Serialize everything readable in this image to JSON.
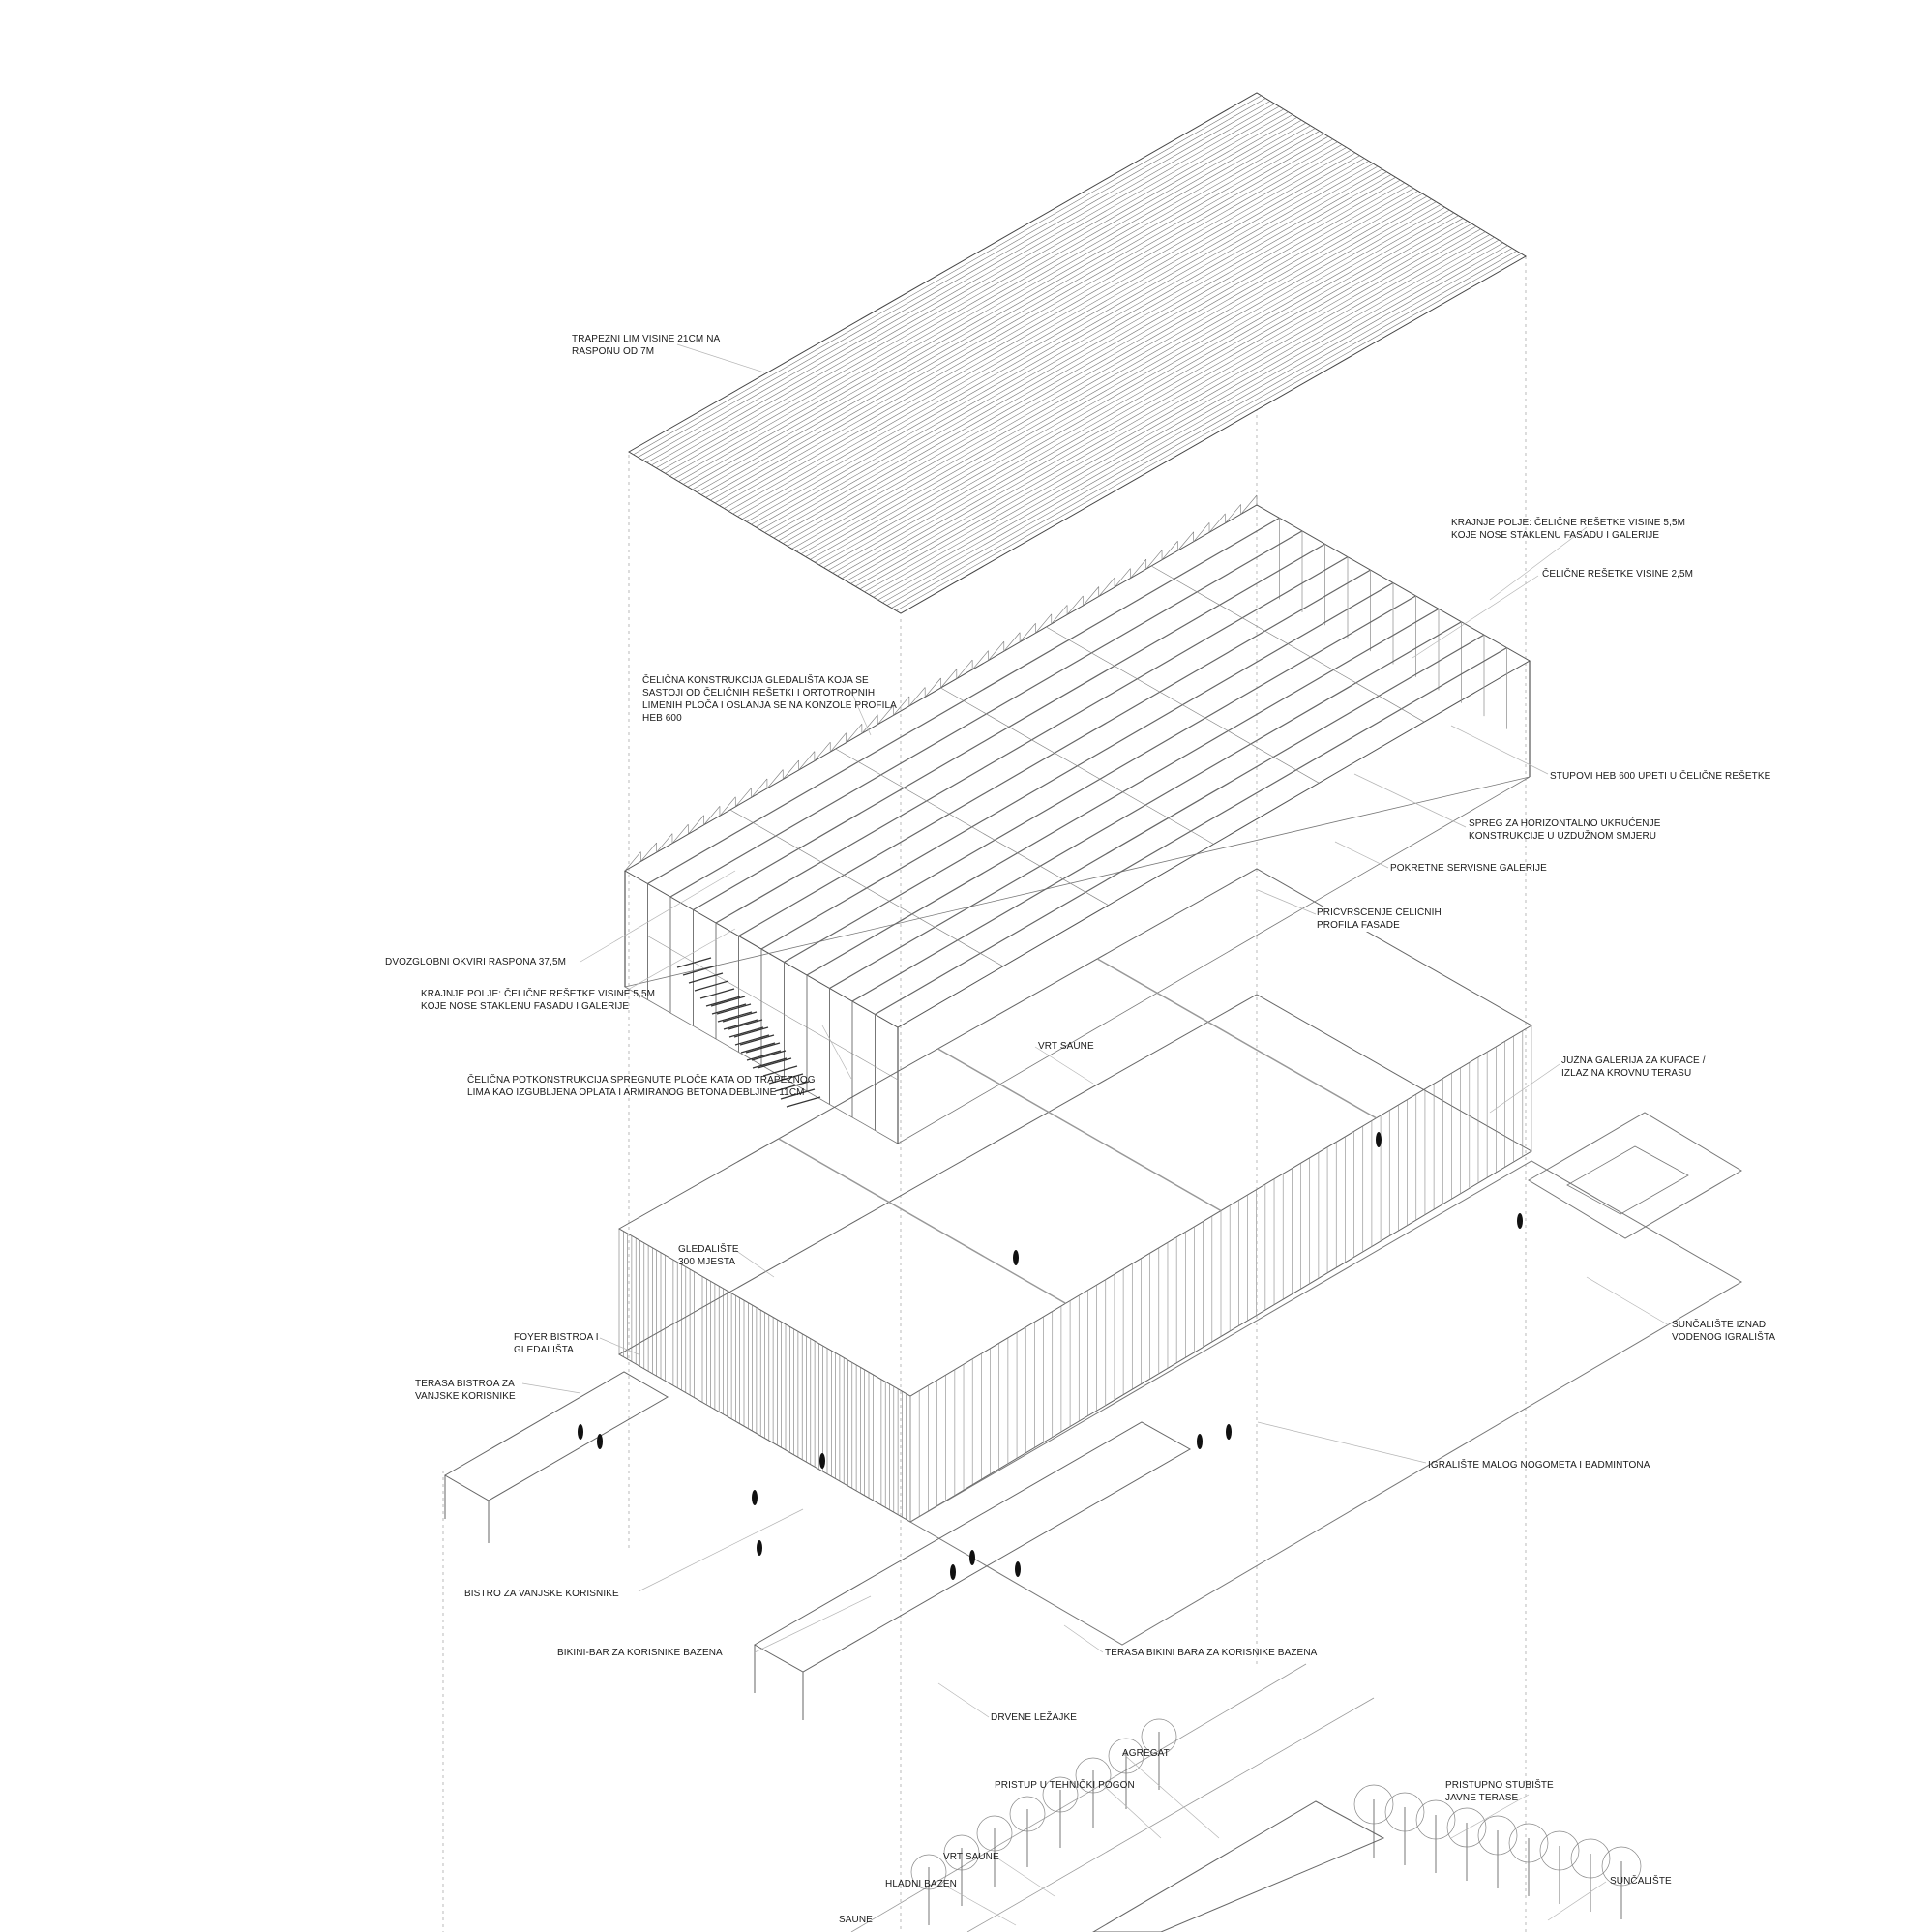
{
  "colors": {
    "ink": "#1a1a1a",
    "line": "#555555",
    "leader": "#b5b5b5",
    "paper": "#ffffff"
  },
  "labels": {
    "roof": [
      "TRAPEZNI LIM VISINE 21cm NA",
      "RASPONU OD 7m"
    ],
    "end_field_top": [
      "KRAJNJE POLJE: ČELIČNE REŠETKE VISINE 5,5m",
      "KOJE NOSE STAKLENU FASADU I GALERIJE"
    ],
    "trusses": [
      "ČELIČNE REŠETKE VISINE 2,5m"
    ],
    "grandstand_structure": [
      "ČELIČNA KONSTRUKCIJA GLEDALIŠTA KOJA SE",
      "SASTOJI OD ČELIČNIH REŠETKI I ORTOTROPNIH",
      "LIMENIH PLOČA I OSLANJA SE NA KONZOLE PROFILA",
      "HEB 600"
    ],
    "columns": [
      "STUPOVI HEB 600 UPETI U ČELIČNE REŠETKE"
    ],
    "bracing": [
      "SPREG ZA HORIZONTALNO UKRUĆENJE",
      "KONSTRUKCIJE U UZDUŽNOM SMJERU"
    ],
    "service_galleries": [
      "POKRETNE SERVISNE GALERIJE"
    ],
    "facade_fixing": [
      "PRIČVRŠĆENJE ČELIČNIH",
      "PROFILA FASADE"
    ],
    "frames": [
      "DVOZGLOBNI OKVIRI RASPONA 37,5m"
    ],
    "end_field_left": [
      "KRAJNJE POLJE: ČELIČNE REŠETKE VISINE 5,5m",
      "KOJE NOSE STAKLENU FASADU I GALERIJE"
    ],
    "substructure": [
      "ČELIČNA POTKONSTRUKCIJA SPREGNUTE PLOČE KATA OD TRAPEZNOG",
      "LIMA KAO IZGUBLJENA OPLATA I ARMIRANOG BETONA DEBLJINE 11cm"
    ],
    "sauna_garden_upper": [
      "VRT SAUNE"
    ],
    "south_gallery": [
      "JUŽNA GALERIJA ZA KUPAČE /",
      "IZLAZ NA KROVNU TERASU"
    ],
    "grandstand": [
      "GLEDALIŠTE",
      "300 MJESTA"
    ],
    "foyer": [
      "FOYER BISTROA I",
      "GLEDALIŠTA"
    ],
    "bistro_terrace": [
      "TERASA BISTROA ZA",
      "VANJSKE KORISNIKE"
    ],
    "sunbathing_above": [
      "SUNČALIŠTE IZNAD",
      "VODENOG IGRALIŠTA"
    ],
    "playground": [
      "IGRALIŠTE MALOG NOGOMETA I BADMINTONA"
    ],
    "bistro": [
      "BISTRO ZA VANJSKE KORISNIKE"
    ],
    "bikini_bar": [
      "BIKINI-BAR ZA KORISNIKE BAZENA"
    ],
    "bikini_terrace": [
      "TERASA BIKINI BARA ZA KORISNIKE BAZENA"
    ],
    "loungers": [
      "DRVENE LEŽAJKE"
    ],
    "generator": [
      "AGREGAT"
    ],
    "tech_access": [
      "PRISTUP U TEHNIČKI POGON"
    ],
    "stair_access": [
      "PRISTUPNO STUBIŠTE",
      "JAVNE TERASE"
    ],
    "sauna_garden_lower": [
      "VRT SAUNE"
    ],
    "cold_pool": [
      "HLADNI BAZEN"
    ],
    "sunbathing": [
      "SUNČALIŠTE"
    ],
    "saunas": [
      "SAUNE"
    ]
  }
}
